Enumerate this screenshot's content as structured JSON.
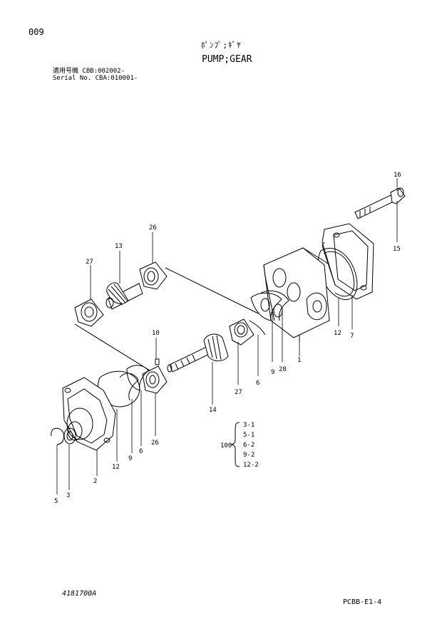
{
  "header": {
    "page_number": "009",
    "title_jp": "ﾎﾟﾝﾌﾟ;ｷﾞﾔ",
    "title_en": "PUMP;GEAR",
    "model_line": "適用号機  CBB:002002-",
    "serial_line": "Serial No. CBA:010001-"
  },
  "callouts": {
    "c1": "1",
    "c2": "2",
    "c3": "3",
    "c5": "5",
    "c6a": "6",
    "c6b": "6",
    "c7": "7",
    "c9a": "9",
    "c9b": "9",
    "c10": "10",
    "c12a": "12",
    "c12b": "12",
    "c13": "13",
    "c14": "14",
    "c15": "15",
    "c16": "16",
    "c26a": "26",
    "c26b": "26",
    "c27a": "27",
    "c27b": "27",
    "c28": "28"
  },
  "kit": {
    "number": "100",
    "items": [
      "3-1",
      "5-1",
      "6-2",
      "9-2",
      "12-2"
    ]
  },
  "footer": {
    "doc_number": "4181700A",
    "page_code": "PCBB-E1-4"
  }
}
